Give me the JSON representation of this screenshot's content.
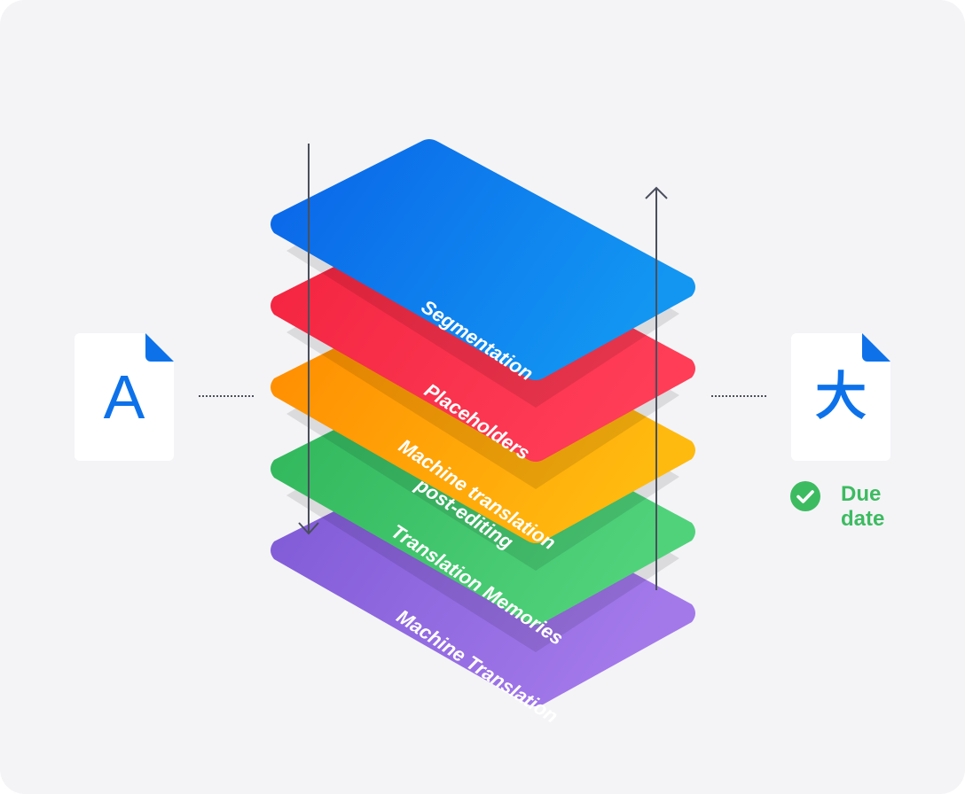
{
  "source_document": {
    "glyph": "A",
    "icon": "document-icon"
  },
  "target_document": {
    "glyph": "大",
    "icon": "document-icon"
  },
  "due_date": {
    "label": "Due date",
    "icon": "check-circle-icon",
    "color": "#3dbb61"
  },
  "layers": [
    {
      "lines": [
        "Machine Translation"
      ],
      "colors": [
        "#7e59d6",
        "#a379ea"
      ]
    },
    {
      "lines": [
        "Translation Memories"
      ],
      "colors": [
        "#2fb55a",
        "#50d27b"
      ]
    },
    {
      "lines": [
        "Machine translation",
        "post-editing"
      ],
      "colors": [
        "#ff8a00",
        "#ffba0f"
      ]
    },
    {
      "lines": [
        "Placeholders"
      ],
      "colors": [
        "#f3233f",
        "#ff3d57"
      ]
    },
    {
      "lines": [
        "Segmentation"
      ],
      "colors": [
        "#0a63e8",
        "#1296f2"
      ]
    }
  ],
  "colors": {
    "background": "#f4f4f7",
    "accent": "#0d72ea",
    "arrows": "#4a4f5c"
  }
}
